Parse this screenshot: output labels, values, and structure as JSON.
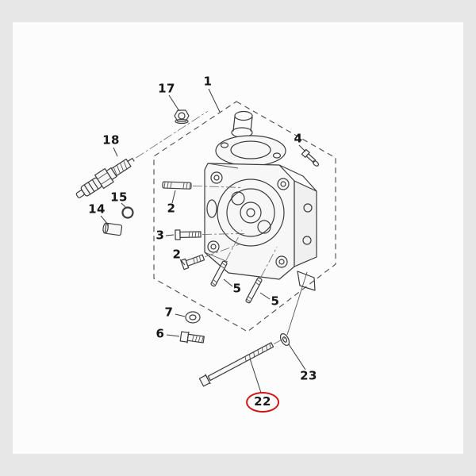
{
  "page": {
    "background_color": "#e7e7e7",
    "panel_color": "#fcfcfc"
  },
  "diagram": {
    "kind": "exploded-parts-diagram",
    "line_color": "#3c3c3c",
    "label_color": "#161616",
    "highlight_color": "#d01616",
    "selected_part": "22",
    "labels": [
      {
        "part": "17"
      },
      {
        "part": "1"
      },
      {
        "part": "18"
      },
      {
        "part": "4"
      },
      {
        "part": "2"
      },
      {
        "part": "15"
      },
      {
        "part": "14"
      },
      {
        "part": "3"
      },
      {
        "part": "2"
      },
      {
        "part": "5"
      },
      {
        "part": "5"
      },
      {
        "part": "7"
      },
      {
        "part": "6"
      },
      {
        "part": "23"
      },
      {
        "part": "22"
      }
    ],
    "part_shapes": {
      "1": "main-housing-assembly",
      "2": "stud-bolt",
      "3": "flange-bolt",
      "4": "small-screw-with-washer",
      "5": "stud",
      "6": "flange-bolt",
      "7": "washer",
      "14": "bushing",
      "15": "o-ring",
      "17": "flange-nut",
      "18": "spark-plug",
      "22": "long-hex-bolt",
      "23": "washer"
    }
  }
}
